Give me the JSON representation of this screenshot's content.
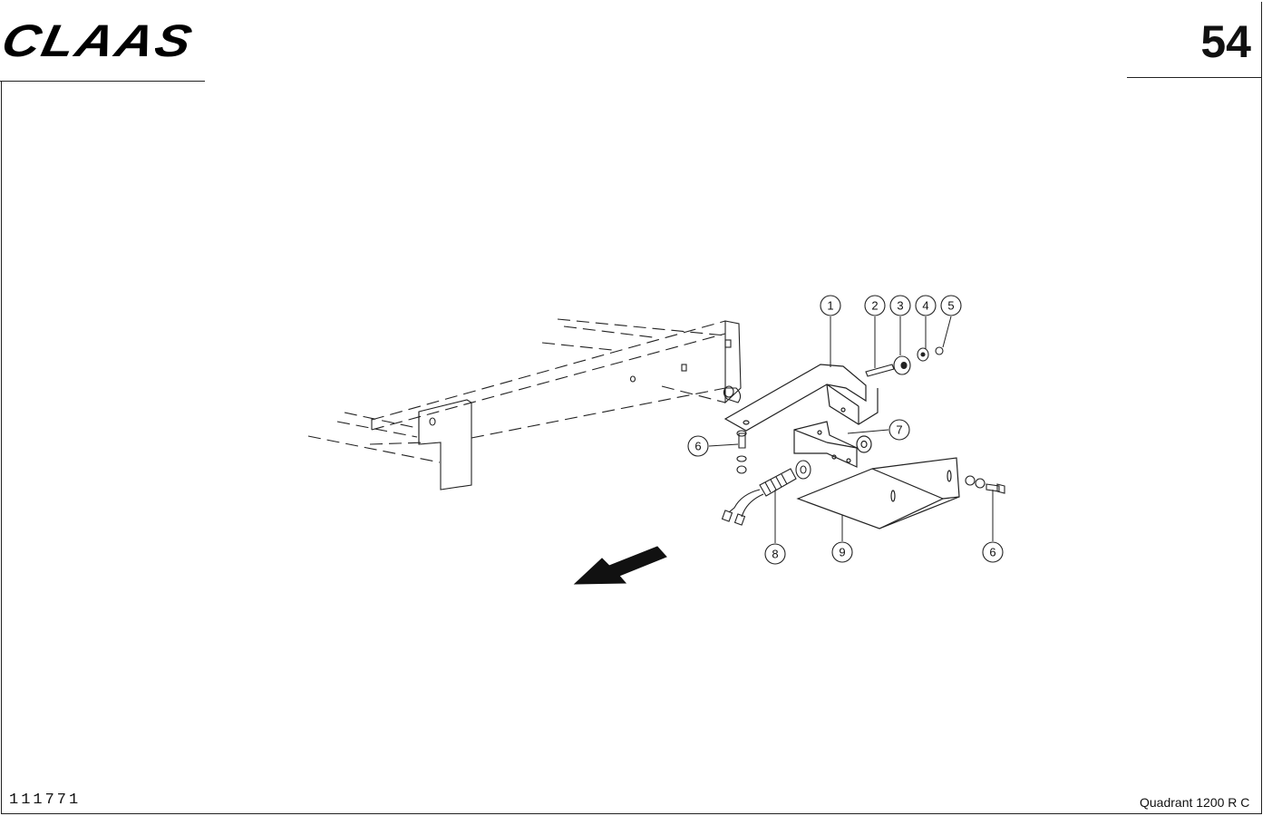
{
  "header": {
    "logo_text": "CLAAS",
    "page_number": "54"
  },
  "footer": {
    "drawing_number": "111771",
    "model_name": "Quadrant 1200 R C"
  },
  "diagram": {
    "callouts": [
      "1",
      "2",
      "3",
      "4",
      "5",
      "6",
      "7",
      "8",
      "9",
      "6"
    ],
    "icons": [
      "direction-arrow-icon"
    ]
  }
}
